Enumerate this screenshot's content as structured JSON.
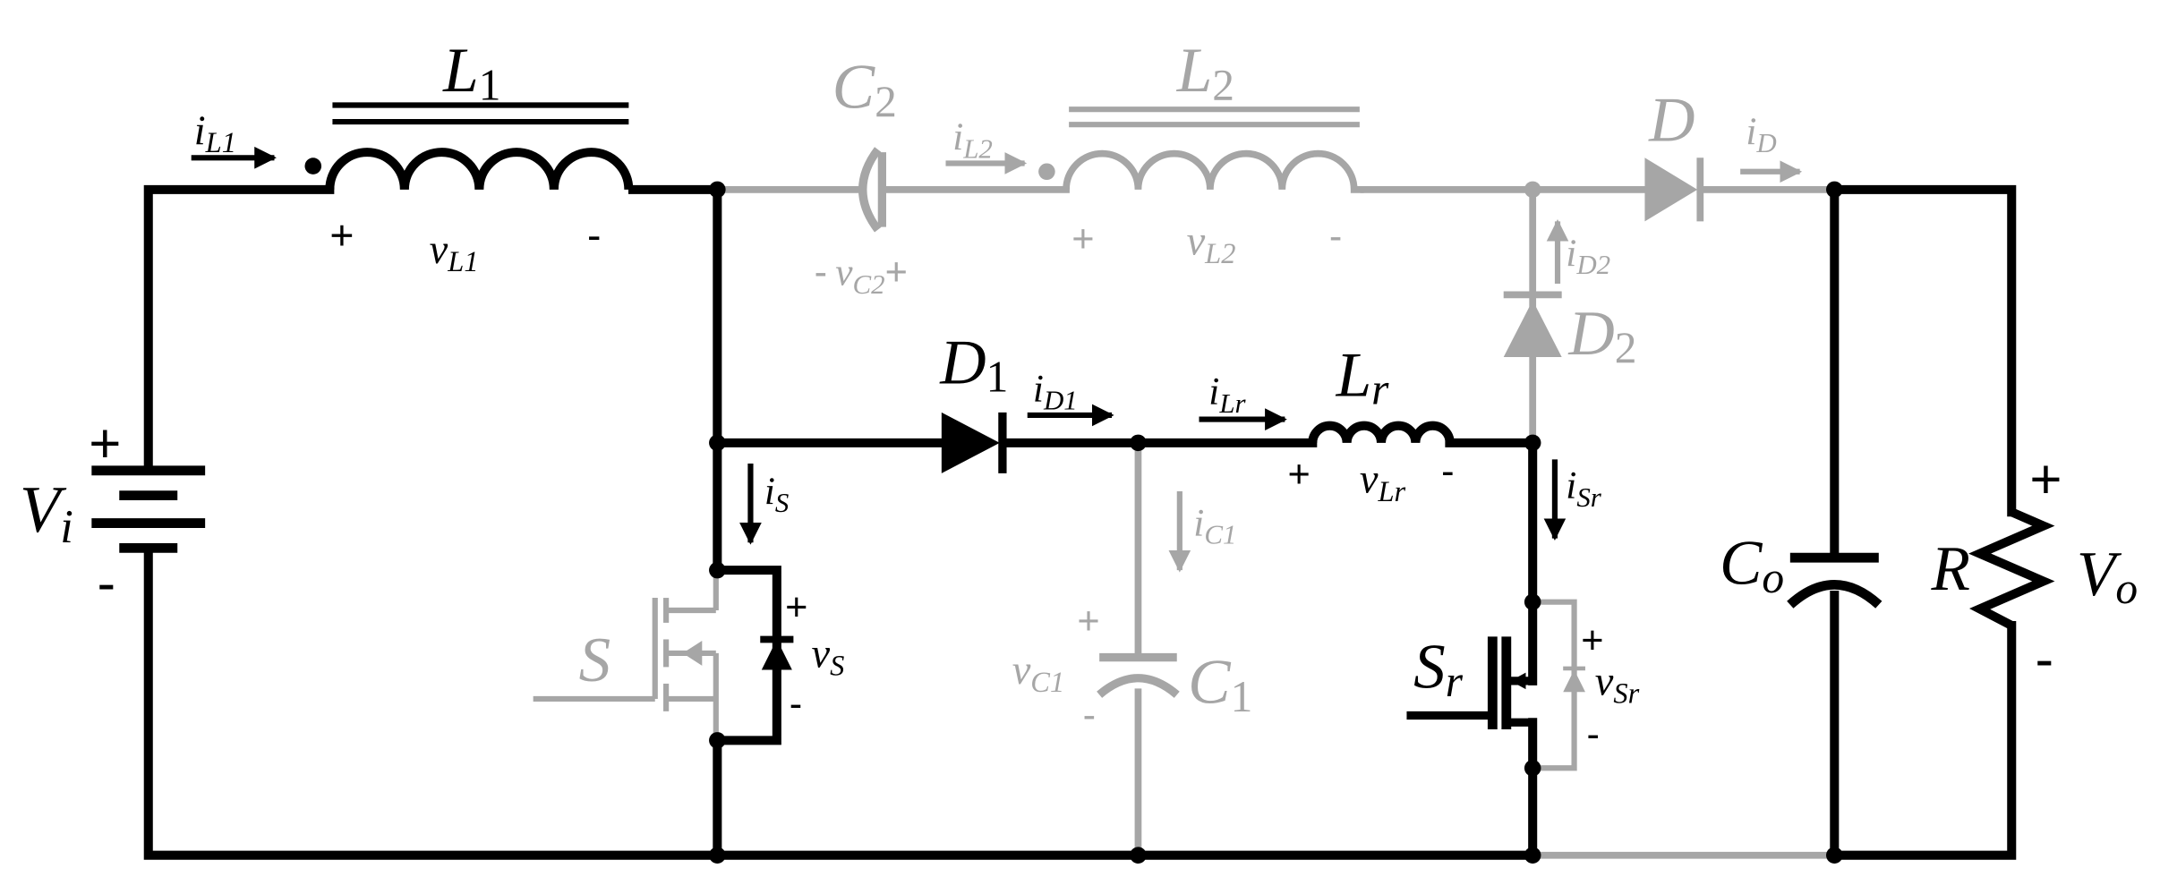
{
  "components": {
    "L1": {
      "name": "L",
      "sub": "1",
      "current": "i",
      "current_sub": "L1",
      "voltage": "v",
      "voltage_sub": "L1",
      "plus": "+",
      "minus": "-"
    },
    "L2": {
      "name": "L",
      "sub": "2",
      "current": "i",
      "current_sub": "L2",
      "voltage": "v",
      "voltage_sub": "L2",
      "plus": "+",
      "minus": "-"
    },
    "C2": {
      "name": "C",
      "sub": "2",
      "minus": "-",
      "voltage": "v",
      "voltage_sub": "C2",
      "plus": "+"
    },
    "D": {
      "name": "D",
      "current": "i",
      "current_sub": "D"
    },
    "D2": {
      "name": "D",
      "sub": "2",
      "current": "i",
      "current_sub": "D2"
    },
    "D1": {
      "name": "D",
      "sub": "1",
      "current": "i",
      "current_sub": "D1"
    },
    "Lr": {
      "name": "L",
      "sub": "r",
      "current": "i",
      "current_sub": "Lr",
      "voltage": "v",
      "voltage_sub": "Lr",
      "plus": "+",
      "minus": "-"
    },
    "Vi": {
      "name": "V",
      "sub": "i",
      "plus": "+",
      "minus": "-"
    },
    "S": {
      "name": "S",
      "current": "i",
      "current_sub": "S",
      "voltage": "v",
      "voltage_sub": "S",
      "plus": "+",
      "minus": "-"
    },
    "C1": {
      "name": "C",
      "sub": "1",
      "current": "i",
      "current_sub": "C1",
      "voltage": "v",
      "voltage_sub": "C1",
      "plus": "+",
      "minus": "-"
    },
    "Sr": {
      "name": "S",
      "sub": "r",
      "current": "i",
      "current_sub": "Sr",
      "voltage": "v",
      "voltage_sub": "Sr",
      "plus": "+",
      "minus": "-"
    },
    "Co": {
      "name": "C",
      "sub": "o"
    },
    "R": {
      "name": "R"
    },
    "Vo": {
      "name": "V",
      "sub": "o",
      "plus": "+",
      "minus": "-"
    }
  },
  "colors": {
    "active": "#000000",
    "inactive": "#a6a6a6",
    "background": "#ffffff"
  }
}
